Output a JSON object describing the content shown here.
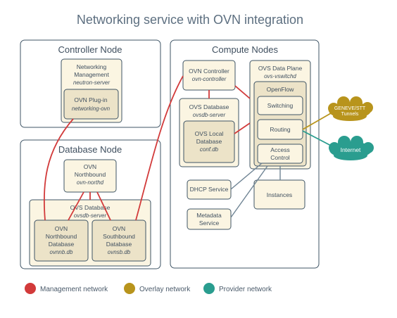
{
  "title": "Networking service with OVN integration",
  "controller_node": {
    "title": "Controller Node",
    "networking_management": {
      "line1": "Networking",
      "line2": "Management",
      "sub": "neutron-server"
    },
    "ovn_plugin": {
      "line1": "OVN Plug-in",
      "sub": "networking-ovn"
    }
  },
  "database_node": {
    "title": "Database Node",
    "ovn_northbound": {
      "line1": "OVN",
      "line2": "Northbound",
      "sub": "ovn-northd"
    },
    "ovs_database": {
      "line1": "OVS Database",
      "sub": "ovsdb-server"
    },
    "nb_db": {
      "line1": "OVN",
      "line2": "Northbound",
      "line3": "Database",
      "sub": "ovnnb.db"
    },
    "sb_db": {
      "line1": "OVN",
      "line2": "Southbound",
      "line3": "Database",
      "sub": "ovnsb.db"
    }
  },
  "compute_nodes": {
    "title": "Compute Nodes",
    "ovn_controller": {
      "line1": "OVN Controller",
      "sub": "ovn-controller"
    },
    "ovs_database": {
      "line1": "OVS Database",
      "sub": "ovsdb-server"
    },
    "ovs_local_db": {
      "line1": "OVS Local",
      "line2": "Database",
      "sub": "conf.db"
    },
    "ovs_data_plane": {
      "line1": "OVS Data Plane",
      "sub": "ovs-vswitchd"
    },
    "openflow": {
      "label": "OpenFlow"
    },
    "switching": {
      "label": "Switching"
    },
    "routing": {
      "label": "Routing"
    },
    "access_control": {
      "line1": "Access",
      "line2": "Control"
    },
    "dhcp": {
      "label": "DHCP Service"
    },
    "metadata": {
      "line1": "Metadata",
      "line2": "Service"
    },
    "instances": {
      "label": "Instances"
    }
  },
  "clouds": {
    "geneve": {
      "line1": "GENEVE/STT",
      "line2": "Tunnels"
    },
    "internet": {
      "label": "Internet"
    }
  },
  "legend": [
    {
      "label": "Management network",
      "color": "#d23a3a"
    },
    {
      "label": "Overlay network",
      "color": "#b8941c"
    },
    {
      "label": "Provider network",
      "color": "#2a9d8f"
    }
  ],
  "colors": {
    "management": "#d23a3a",
    "overlay": "#b8941c",
    "provider": "#2a9d8f",
    "box_fill": "#fbf5e2",
    "inner_fill": "#ece3c8",
    "border": "#3f5566"
  }
}
